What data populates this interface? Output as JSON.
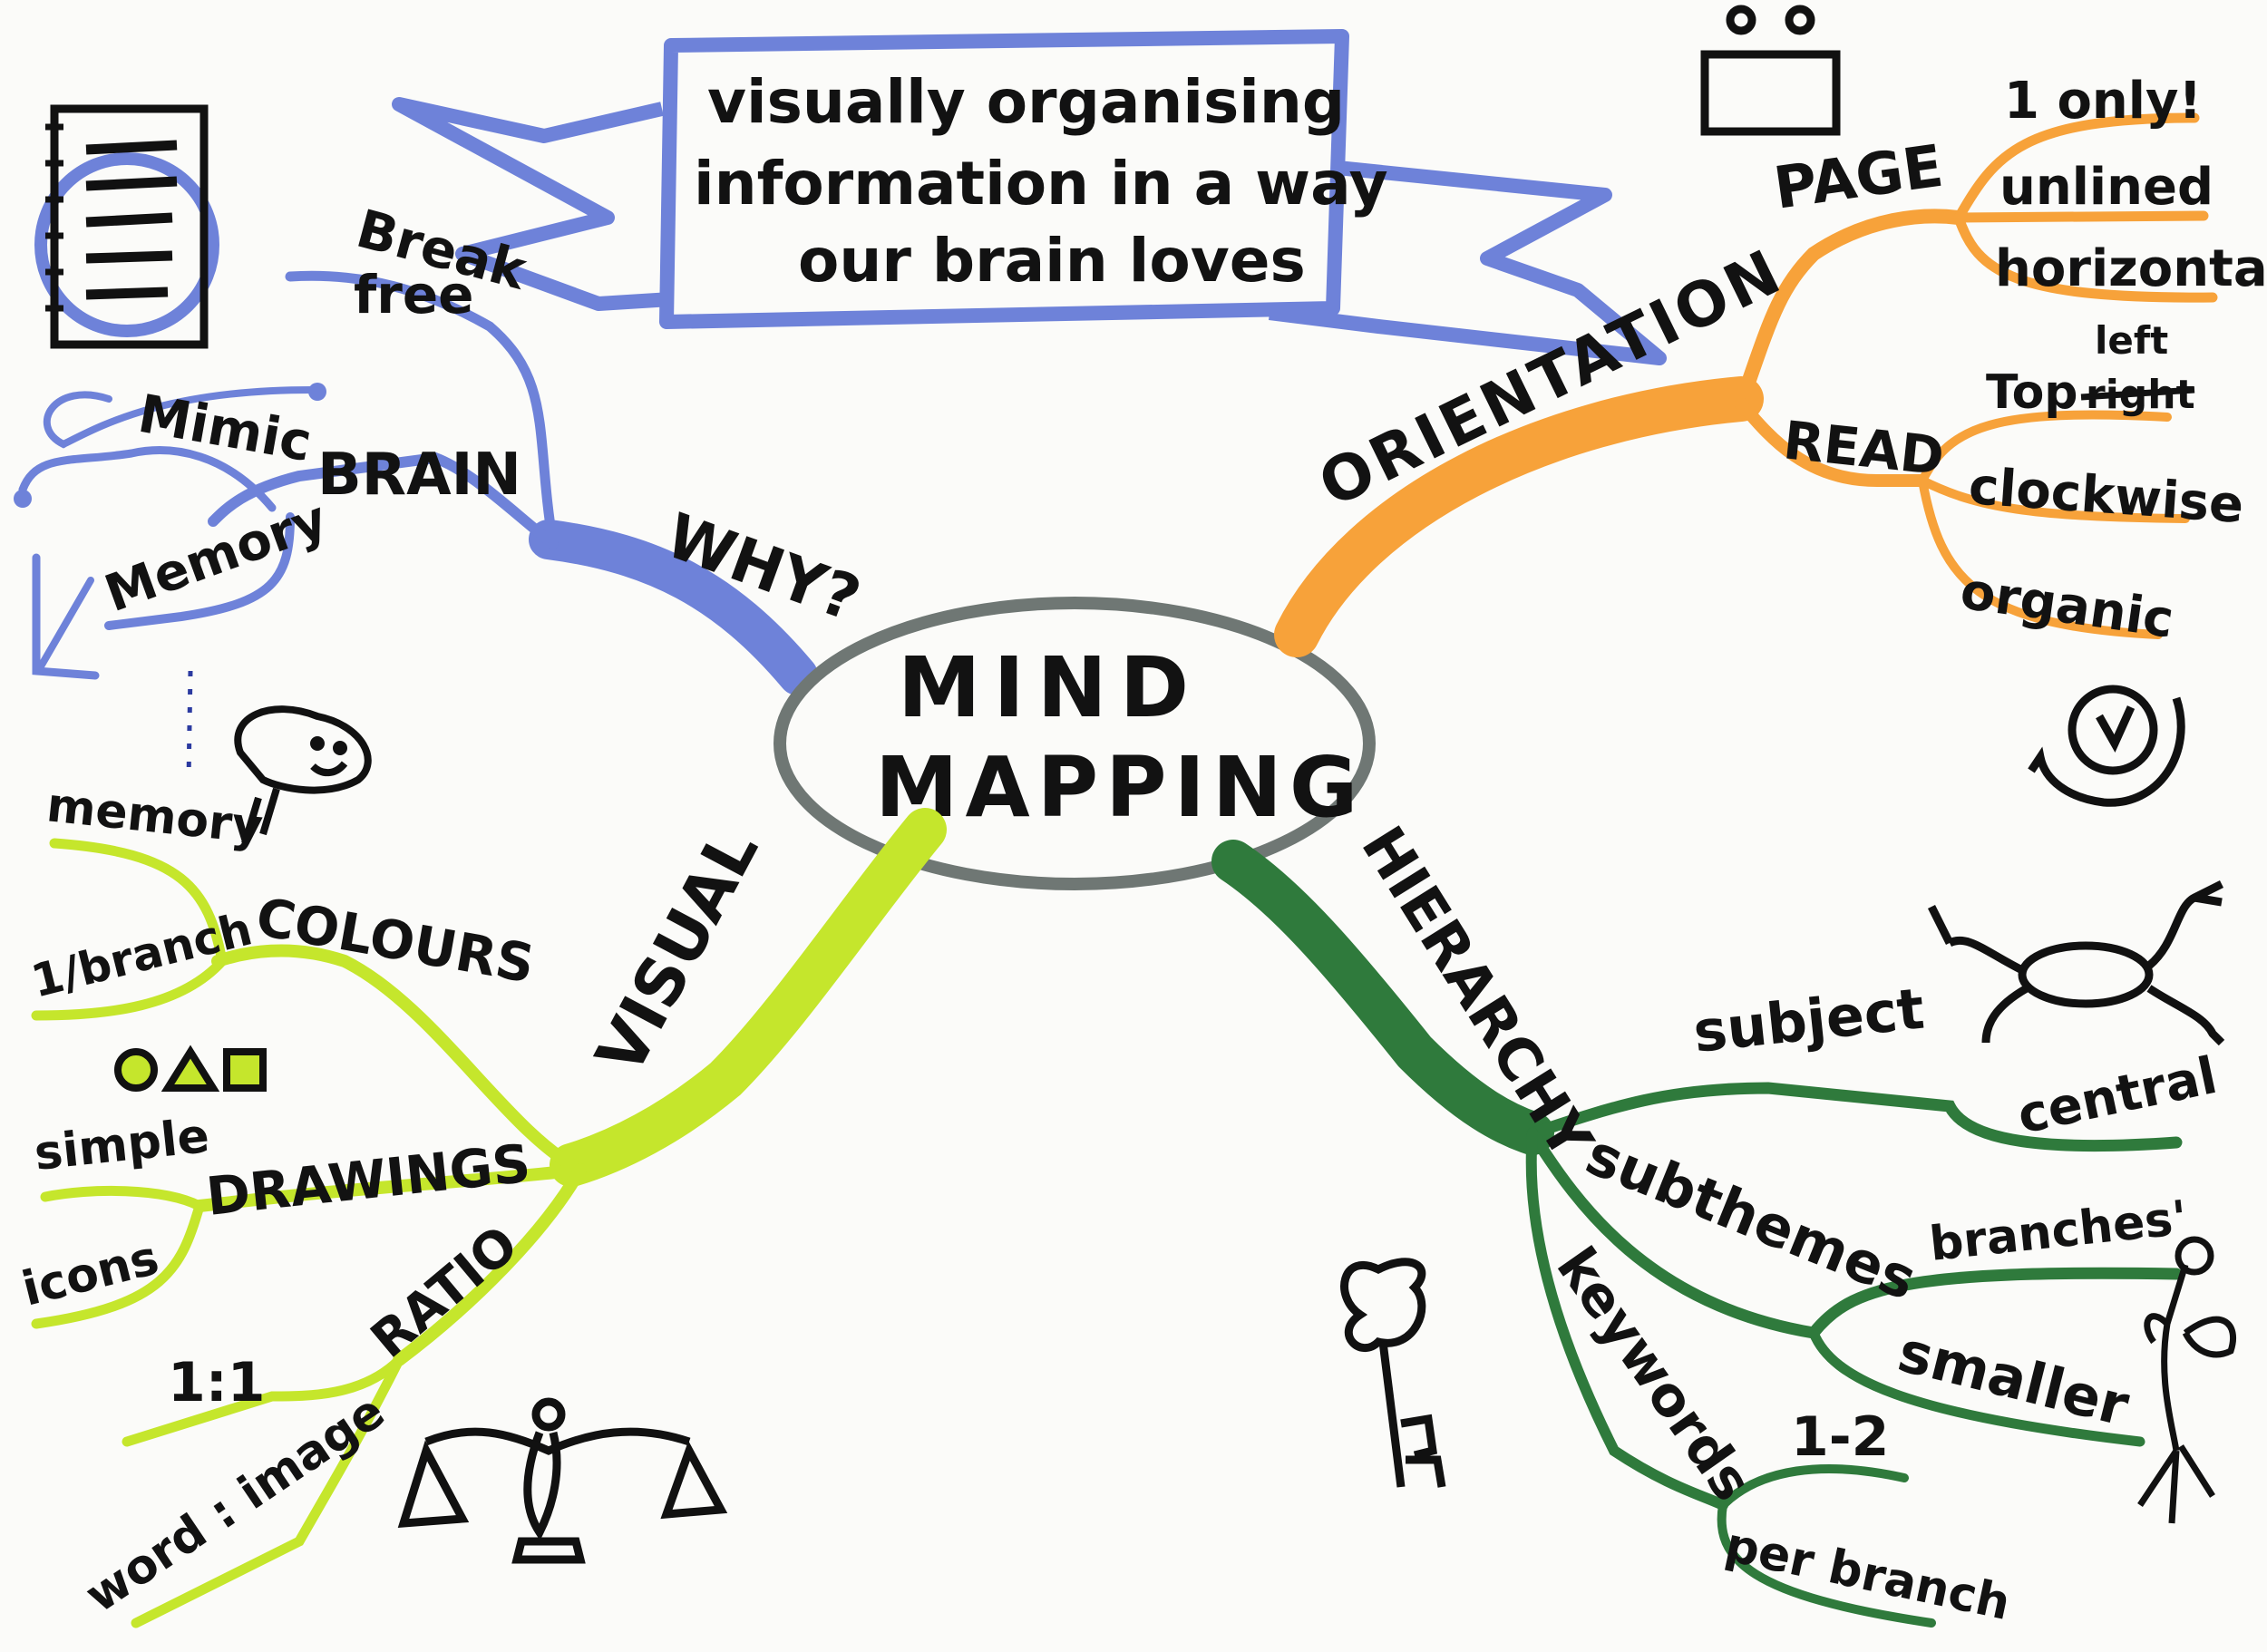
{
  "center": {
    "title_line1": "MIND",
    "title_line2": "MAPPING",
    "outline_color": "#6f7774"
  },
  "banner": {
    "line1": "visually organising",
    "line2": "information in a way",
    "line3": "our brain loves",
    "color": "#6e82d9"
  },
  "branches": {
    "why": {
      "label": "WHY?",
      "color": "#6e82d9",
      "brain": "BRAIN",
      "break_free_1": "Break",
      "break_free_2": "free",
      "mimic": "Mimic",
      "memory": "Memory"
    },
    "orientation": {
      "label": "ORIENTATION",
      "color": "#f7a23a",
      "page": "PAGE",
      "page_items": [
        "1 only!",
        "unlined",
        "horizontal"
      ],
      "read": "READ",
      "read_top": "Top",
      "read_struck": "right",
      "read_left": "left",
      "read_items": [
        "clockwise",
        "organic"
      ]
    },
    "visual": {
      "label": "VISUAL",
      "color": "#c5e62c",
      "colours": "COLOURS",
      "colours_items": [
        "memory",
        "1/branch"
      ],
      "drawings": "DRAWINGS",
      "drawings_items": [
        "simple",
        "icons"
      ],
      "ratio": "RATIO",
      "ratio_items": [
        "1:1",
        "word : image"
      ]
    },
    "hierarchy": {
      "label": "HIERARCHY",
      "color": "#2f7a3c",
      "subject": "subject",
      "subject_item": "central",
      "subthemes": "subthemes",
      "subthemes_items": [
        "branches'",
        "smaller"
      ],
      "keywords": "keywords",
      "keywords_items": [
        "1-2",
        "per branch"
      ]
    }
  }
}
